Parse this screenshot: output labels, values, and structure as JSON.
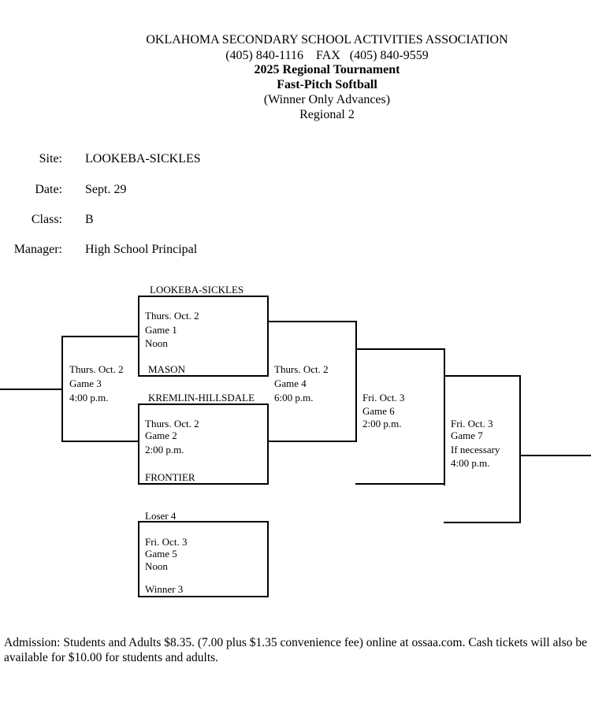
{
  "header": {
    "org": "OKLAHOMA SECONDARY SCHOOL ACTIVITIES ASSOCIATION",
    "phone": "(405) 840-1116    FAX   (405) 840-9559",
    "tournament": "2025 Regional Tournament",
    "sport": "Fast-Pitch Softball",
    "format": "(Winner Only Advances)",
    "regional": "Regional 2"
  },
  "info": {
    "site_label": "Site:",
    "site": "LOOKEBA-SICKLES",
    "date_label": "Date:",
    "date": "Sept. 29",
    "class_label": "Class:",
    "class": "B",
    "manager_label": "Manager:",
    "manager": "High School Principal"
  },
  "bracket": {
    "team_top": "LOOKEBA-SICKLES",
    "g1_date": "Thurs. Oct. 2",
    "g1_game": "Game 1",
    "g1_time": "Noon",
    "team_mason": "MASON",
    "team_kremlin": "KREMLIN-HILLSDALE",
    "g2_date": "Thurs. Oct. 2",
    "g2_game": "Game 2",
    "g2_time": "2:00 p.m.",
    "team_frontier": "FRONTIER",
    "g3_date": "Thurs. Oct. 2",
    "g3_game": "Game 3",
    "g3_time": "4:00 p.m.",
    "g4_date": "Thurs. Oct. 2",
    "g4_game": "Game 4",
    "g4_time": "6:00 p.m.",
    "g6_date": "Fri. Oct. 3",
    "g6_game": "Game 6",
    "g6_time": "2:00 p.m.",
    "g7_date": "Fri. Oct. 3",
    "g7_game": "Game 7",
    "g7_note": "If necessary",
    "g7_time": "4:00 p.m.",
    "loser4": "Loser 4",
    "g5_date": "Fri. Oct. 3",
    "g5_game": "Game 5",
    "g5_time": "Noon",
    "winner3": "Winner 3"
  },
  "footer": {
    "line1": "Admission: Students and Adults $8.35. (7.00 plus $1.35 convenience fee) online at ossaa.com. Cash tickets will also be",
    "line2": "available for $10.00 for students and adults."
  }
}
